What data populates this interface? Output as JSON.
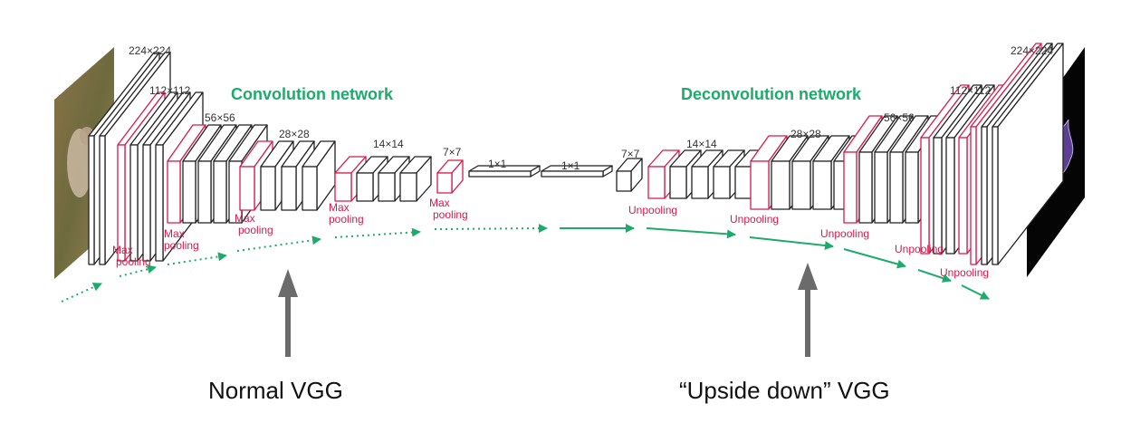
{
  "titles": {
    "encoder": "Convolution network",
    "decoder": "Deconvolution network"
  },
  "encoder_dims": [
    "224×224",
    "112×112",
    "56×56",
    "28×28",
    "14×14",
    "7×7",
    "1×1"
  ],
  "decoder_dims": [
    "1×1",
    "7×7",
    "14×14",
    "28×28",
    "56×56",
    "112×112",
    "224×224"
  ],
  "pool_label_line1": "Max",
  "pool_label_line2": "pooling",
  "unpool_label": "Unpooling",
  "captions": {
    "left": "Normal VGG",
    "right": "“Upside down” VGG"
  },
  "colors": {
    "pool_outline": "#d8194a",
    "title": "#1dab6b",
    "flow_arrow": "#1dab6b",
    "big_arrow": "#6b6b6b",
    "segmentation_mask": "#5c3f94"
  }
}
